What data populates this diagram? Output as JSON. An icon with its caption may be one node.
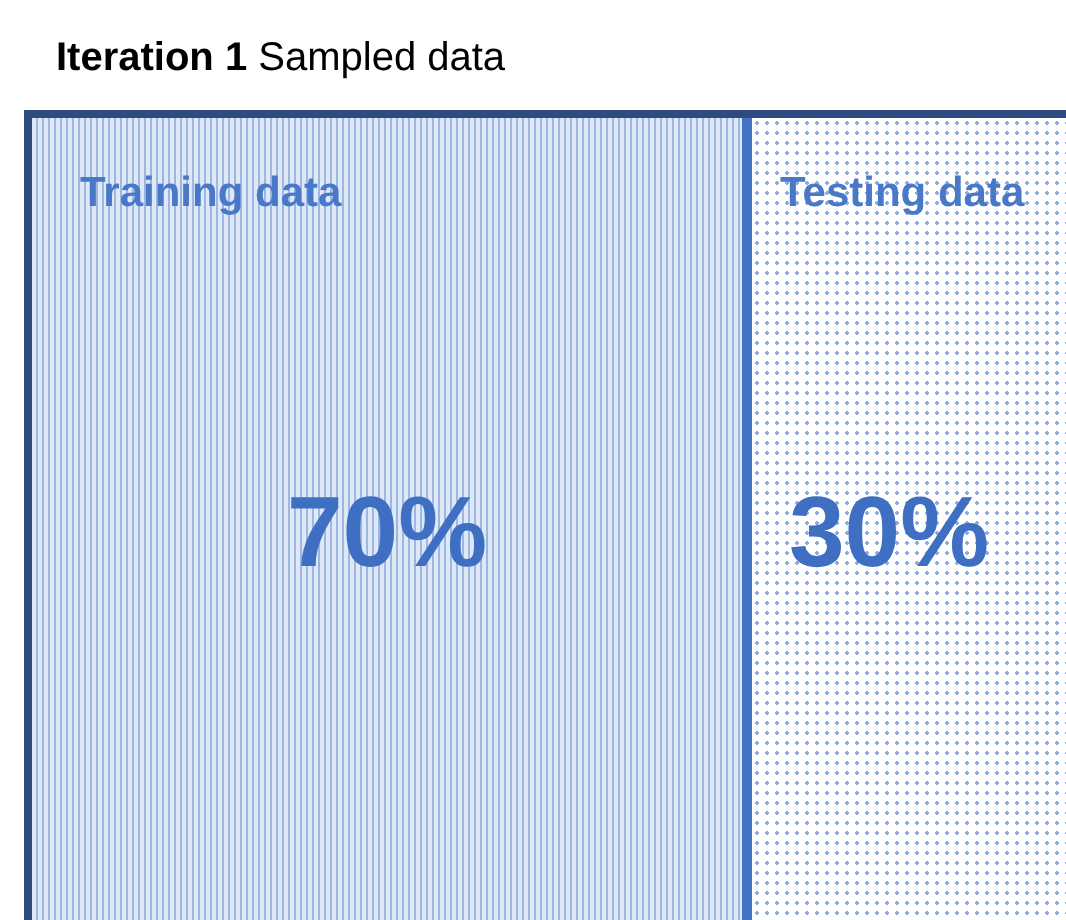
{
  "diagram": {
    "title": "**Iteration 1** Sampled data",
    "nodes": [
      {
        "text": [],
        "shape": "box"
      },
      {
        "text": [
          "Training data",
          "70%"
        ],
        "in": 0
      },
      {
        "text": [
          "Testing data",
          "30%"
        ],
        "in": 0
      }
    ],
    "edges": []
  }
}
